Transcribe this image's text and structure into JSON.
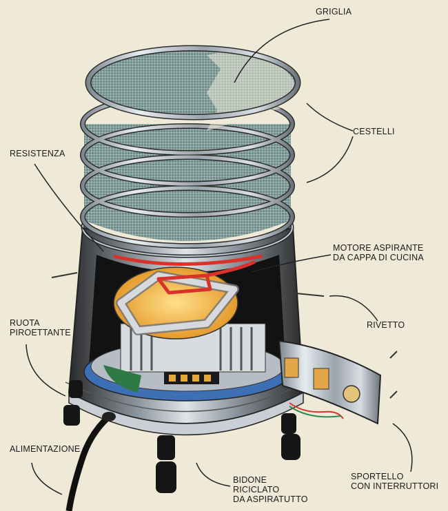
{
  "diagram": {
    "labels": {
      "griglia": [
        "GRIGLIA"
      ],
      "cestelli": [
        "CESTELLI"
      ],
      "resistenza": [
        "RESISTENZA"
      ],
      "motore": [
        "MOTORE ASPIRANTE",
        "DA CAPPA DI CUCINA"
      ],
      "rivetto": [
        "RIVETTO"
      ],
      "ruota": [
        "RUOTA",
        "PIROETTANTE"
      ],
      "alimentazione": [
        "ALIMENTAZIONE"
      ],
      "bidone": [
        "BIDONE",
        "RICICLATO",
        "DA ASPIRATUTTO"
      ],
      "sportello": [
        "SPORTELLO",
        "CON INTERRUTTORI"
      ]
    }
  }
}
